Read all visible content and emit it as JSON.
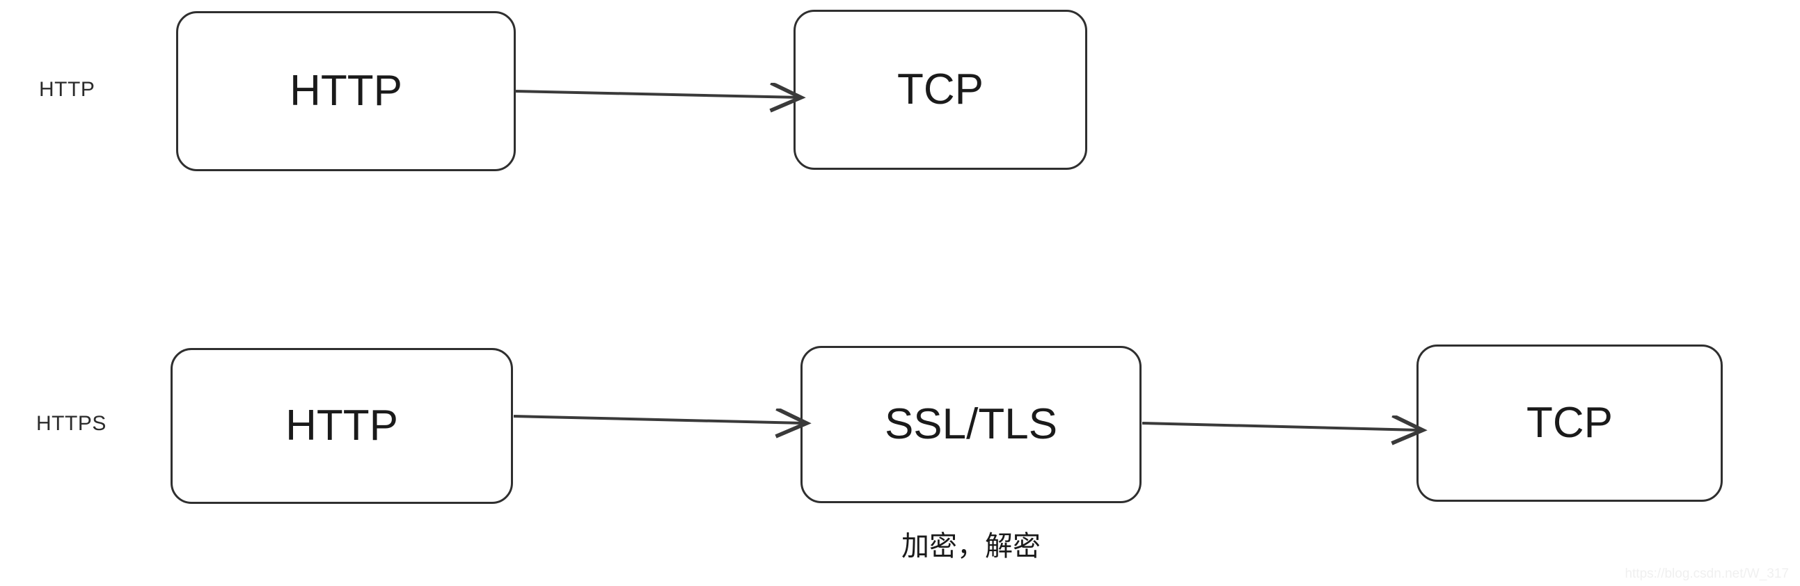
{
  "diagram": {
    "type": "flow-diagram",
    "title_rows": [
      {
        "id": "http",
        "label": "HTTP"
      },
      {
        "id": "https",
        "label": "HTTPS"
      }
    ],
    "rows": [
      {
        "id": "row-http",
        "row_label": "HTTP",
        "nodes": [
          {
            "id": "http-top",
            "label": "HTTP"
          },
          {
            "id": "tcp-top",
            "label": "TCP"
          }
        ],
        "arrows": [
          {
            "from": "http-top",
            "to": "tcp-top",
            "label": ""
          }
        ]
      },
      {
        "id": "row-https",
        "row_label": "HTTPS",
        "nodes": [
          {
            "id": "http-bot",
            "label": "HTTP"
          },
          {
            "id": "ssltls",
            "label": "SSL/TLS"
          },
          {
            "id": "tcp-bot",
            "label": "TCP"
          }
        ],
        "arrows": [
          {
            "from": "http-bot",
            "to": "ssltls",
            "label": ""
          },
          {
            "from": "ssltls",
            "to": "tcp-bot",
            "label": ""
          }
        ],
        "caption": "加密，解密"
      }
    ],
    "colors": {
      "background": "#ffffff",
      "node_border": "#2f2f2f",
      "node_fill": "#ffffff",
      "node_text": "#1a1a1a",
      "row_label_text": "#2b2b2b",
      "arrow": "#3a3a3a",
      "watermark_text": "#f0f0f0"
    }
  },
  "watermark": {
    "text": "https://blog.csdn.net/W_317"
  }
}
